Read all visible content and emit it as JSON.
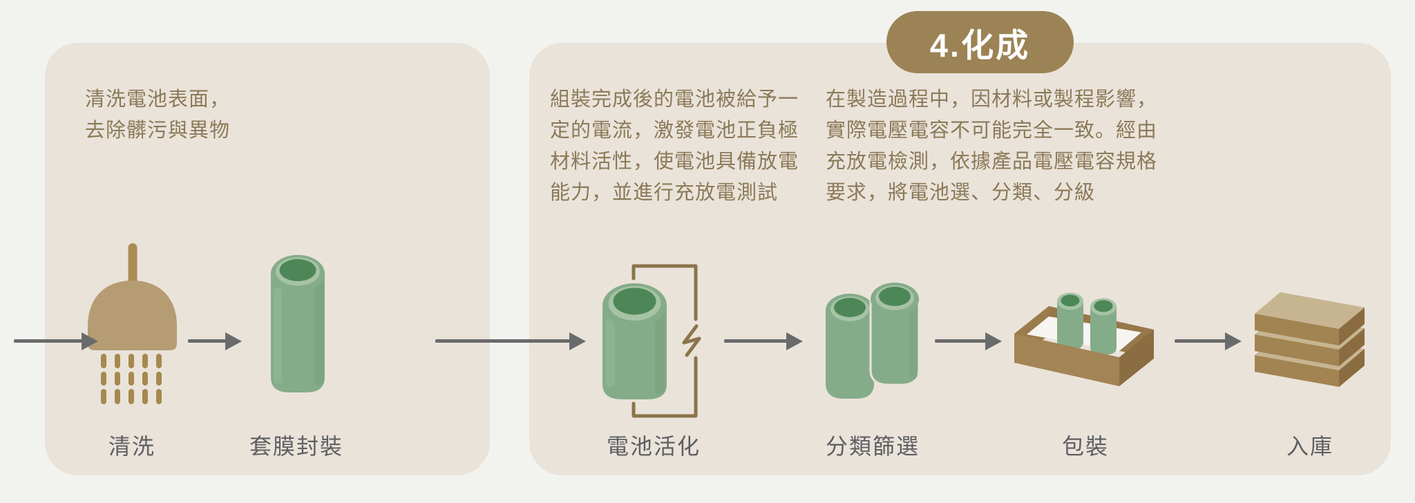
{
  "title_badge": {
    "label": "4.化成"
  },
  "panels": {
    "cleaning": {
      "description_lines": [
        "清洗電池表面，",
        "去除髒污與異物"
      ],
      "steps": [
        {
          "label": "清洗",
          "icon": "shower-icon"
        },
        {
          "label": "套膜封裝",
          "icon": "wrapped-battery-icon"
        }
      ]
    },
    "formation": {
      "description_activation_lines": [
        "組裝完成後的電池被給予一",
        "定的電流，激發電池正負極",
        "材料活性，使電池具備放電",
        "能力，並進行充放電測試"
      ],
      "description_sorting_lines": [
        "在製造過程中，因材料或製程影響，",
        "實際電壓電容不可能完全一致。經由",
        "充放電檢測，依據產品電壓電容規格",
        "要求，將電池選、分類、分級"
      ],
      "steps": [
        {
          "label": "電池活化",
          "icon": "battery-activation-icon"
        },
        {
          "label": "分類篩選",
          "icon": "battery-sorting-icon"
        },
        {
          "label": "包裝",
          "icon": "packing-box-icon"
        },
        {
          "label": "入庫",
          "icon": "warehouse-stack-icon"
        }
      ]
    }
  },
  "colors": {
    "page-bg": "#f2f3ef",
    "panel-bg": "#eae3da",
    "badge-bg": "#9c8355",
    "badge-text": "#ffffff",
    "desc-text": "#8b7a58",
    "label-text": "#5e5f62",
    "arrow": "#696a6c",
    "tan": "#b59c73",
    "stem": "#a98d55",
    "drop": "#a5894e",
    "line-brown": "#8a744a",
    "cyl-body": "#85ac89",
    "cyl-shade": "#79a17e",
    "cyl-light": "#93b795",
    "cyl-rim": "#a6c3a6",
    "cyl-top": "#4e8757",
    "box-light": "#a38454",
    "box-mid": "#9b7c4a",
    "box-mid2": "#96784a",
    "box-dark": "#8a6d41",
    "box-floor": "#f6f5f2",
    "slab-top": "#c7b591",
    "slab-front": "#a28352",
    "slab-side": "#8a6c40"
  }
}
